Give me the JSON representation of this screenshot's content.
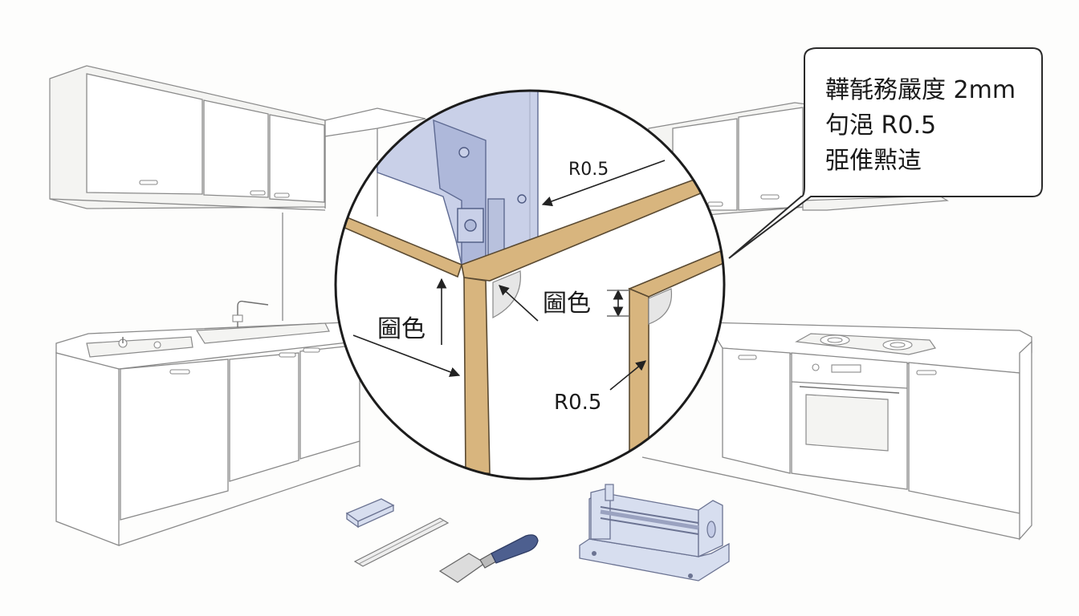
{
  "callout": {
    "lines": [
      "韡毻務嚴度 2mm",
      "句浥 R0.5",
      "弫倠㸃迼"
    ]
  },
  "labels": {
    "radius_top": "R0.5",
    "radius_right": "R0.5",
    "rounded_left": "圙色",
    "rounded_mid": "圙色"
  },
  "colors": {
    "edge_band": "#d8b57e",
    "jig": "#b7c0e0",
    "tool": "#d7deef"
  }
}
